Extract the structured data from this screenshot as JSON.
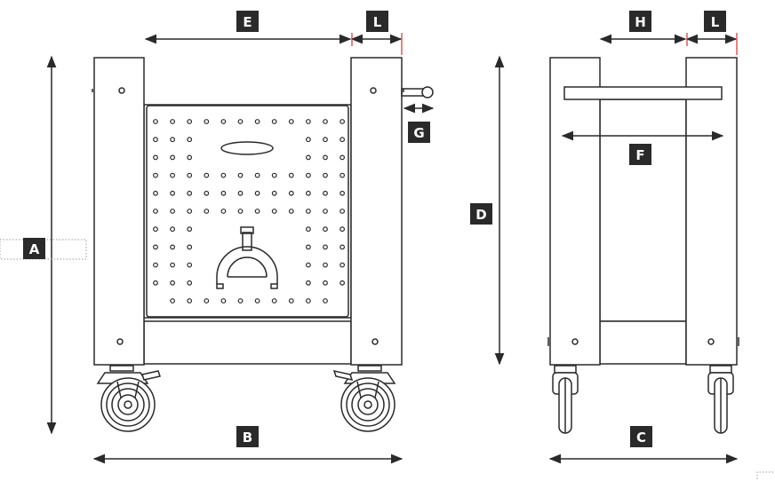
{
  "labels": {
    "A": "A",
    "B": "B",
    "C": "C",
    "D": "D",
    "E": "E",
    "F": "F",
    "G": "G",
    "H": "H",
    "L_front": "L",
    "L_side": "L"
  },
  "colors": {
    "line": "#2a2a2a",
    "label_bg": "#2a2a2a",
    "label_text": "#ffffff",
    "accent_red": "#d9302c"
  }
}
